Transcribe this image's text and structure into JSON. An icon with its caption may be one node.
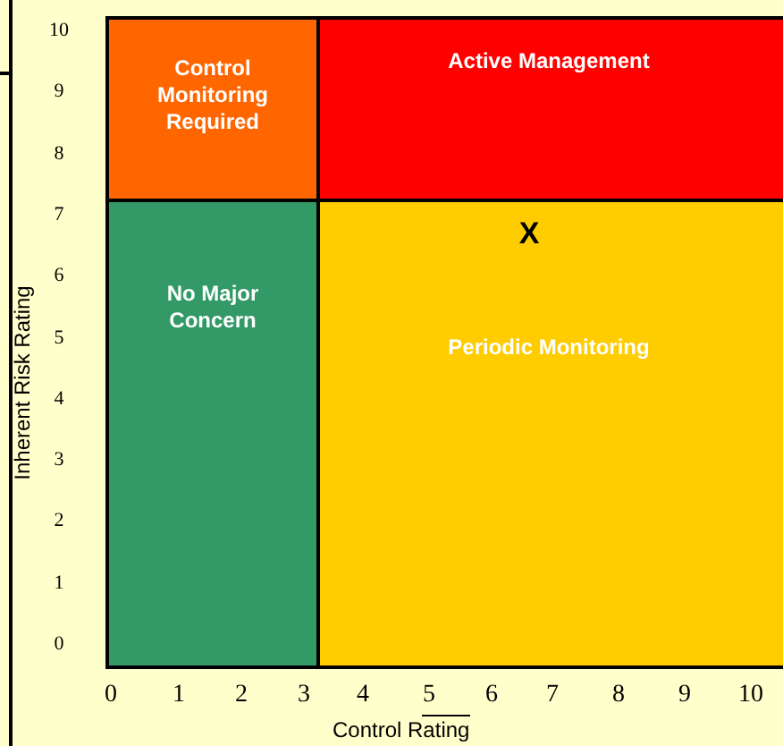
{
  "diagram": {
    "nodes": [
      {
        "text": [
          "Control Monitoring Required"
        ]
      },
      {
        "text": [
          "Active Management"
        ]
      },
      {
        "text": [
          "No Major Concern"
        ]
      },
      {
        "text": [
          "Periodic Monitoring"
        ]
      }
    ],
    "labels": [
      "10",
      "9",
      "8",
      "7",
      "6",
      "5",
      "4",
      "3",
      "2",
      "1",
      "0",
      "X",
      "0",
      "1",
      "2",
      "3",
      "4",
      "5",
      "6",
      "7",
      "8",
      "9",
      "10",
      "Inherent Risk Rating",
      "Control Rating"
    ]
  }
}
